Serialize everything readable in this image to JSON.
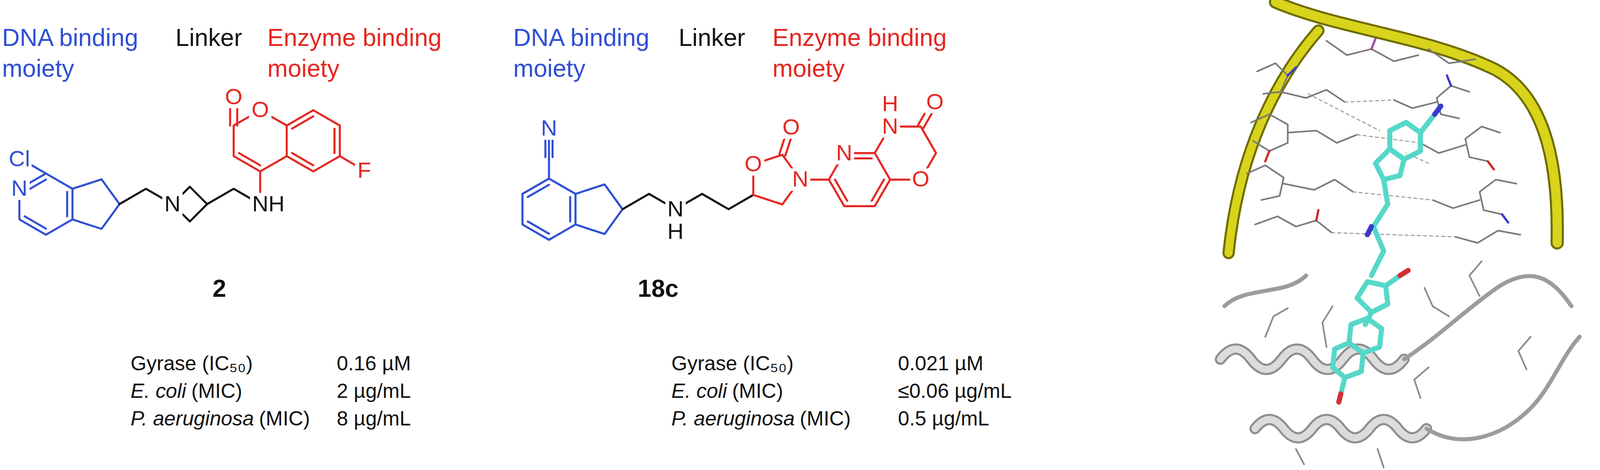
{
  "diagram": {
    "labels": [
      "DNA binding moiety",
      "Linker",
      "Enzyme binding moiety",
      "DNA binding moiety",
      "Linker",
      "Enzyme binding moiety",
      "O",
      "O",
      "F",
      "Cl",
      "N",
      "N",
      "NH",
      "2",
      "N",
      "N",
      "H",
      "O",
      "O",
      "N",
      "N",
      "H",
      "N",
      "O",
      "O",
      "18c",
      "Gyrase (IC₅₀)",
      "0.16 µM",
      "E. coli",
      "(MIC)",
      "2 µg/mL",
      "P. aeruginosa",
      "(MIC)",
      "8 µg/mL",
      "Gyrase (IC₅₀)",
      "0.021 µM",
      "E. coli",
      "(MIC)",
      "≤0.06 µg/mL",
      "P. aeruginosa",
      "(MIC)",
      "0.5 µg/mL"
    ]
  }
}
